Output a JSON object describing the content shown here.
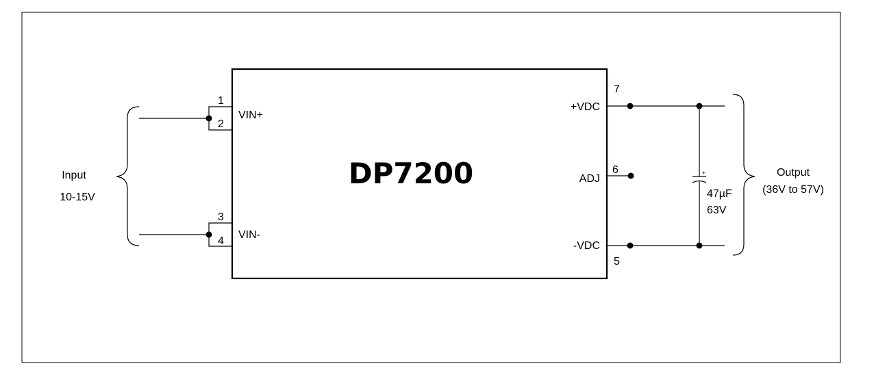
{
  "chip": {
    "name": "DP7200"
  },
  "pins": {
    "p1": "1",
    "p2": "2",
    "p3": "3",
    "p4": "4",
    "p5": "5",
    "p6": "6",
    "p7": "7"
  },
  "pin_labels": {
    "vin_plus": "VIN+",
    "vin_minus": "VIN-",
    "vdc_plus": "+VDC",
    "adj": "ADJ",
    "vdc_minus": "-VDC"
  },
  "input": {
    "label": "Input",
    "range": "10-15V"
  },
  "output": {
    "label": "Output",
    "range": "(36V to 57V)"
  },
  "capacitor": {
    "value": "47µF",
    "voltage": "63V",
    "polarity": "+"
  },
  "colors": {
    "line": "#000000",
    "background": "#ffffff"
  }
}
